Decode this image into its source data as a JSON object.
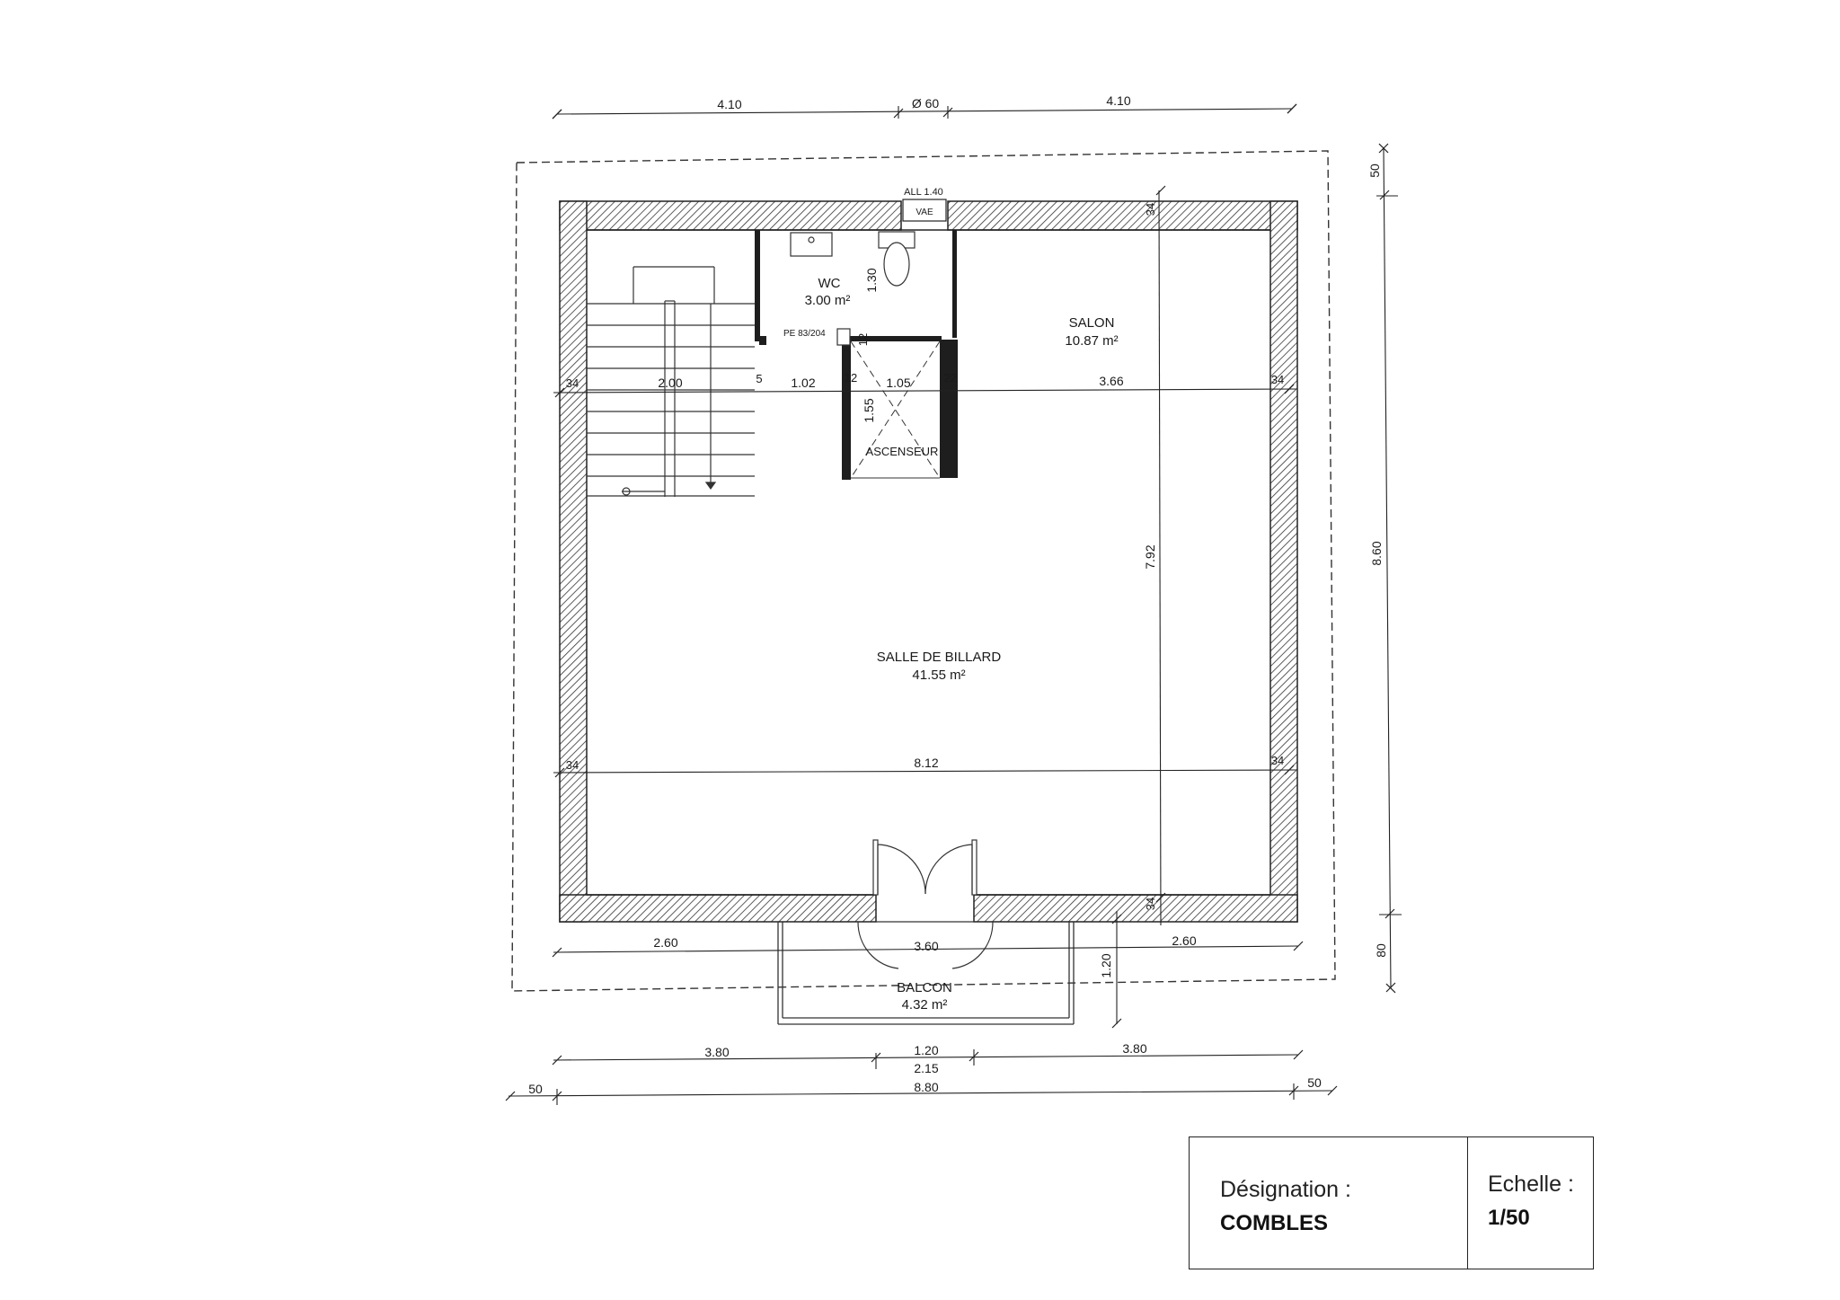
{
  "plan": {
    "dims_top": {
      "left": "4.10",
      "center": "Ø 60",
      "right": "4.10"
    },
    "dims_right": {
      "top": "50",
      "main": "8.60",
      "bottom": "80"
    },
    "dims_bottom": {
      "row1_left": "3.80",
      "row1_center": "1.20",
      "row1_center_sub": "2.15",
      "row1_right": "3.80",
      "row2_left": "50",
      "row2_center": "8.80",
      "row2_right": "50"
    },
    "dims_inner": {
      "wall_a": "34",
      "stair_w": "2.00",
      "small_5": "5",
      "w_102": "1.02",
      "w_12a": "12",
      "w_105": "1.05",
      "w_22": "22",
      "w_366": "3.66",
      "wall_b": "34",
      "h_130": "1.30",
      "h_12b": "12",
      "h_155": "1.55",
      "wall_c": "34",
      "h_792": "7.92",
      "wall_d": "34",
      "wall_e": "34",
      "w_812": "8.12",
      "w_260a": "2.60",
      "w_360": "3.60",
      "w_260b": "2.60",
      "h_120": "1.20",
      "top_wall": "34"
    },
    "annotations": {
      "all": "ALL 1.40",
      "vae": "VAE",
      "pe": "PE 83/204"
    },
    "rooms": {
      "wc": {
        "name": "WC",
        "area": "3.00 m²"
      },
      "salon": {
        "name": "SALON",
        "area": "10.87 m²"
      },
      "ascenseur": {
        "name": "ASCENSEUR"
      },
      "billard": {
        "name": "SALLE DE BILLARD",
        "area": "41.55 m²"
      },
      "balcon": {
        "name": "BALCON",
        "area": "4.32 m²"
      }
    }
  },
  "cartouche": {
    "designation_label": "Désignation :",
    "designation_value": "COMBLES",
    "echelle_label": "Echelle :",
    "echelle_value": "1/50"
  }
}
